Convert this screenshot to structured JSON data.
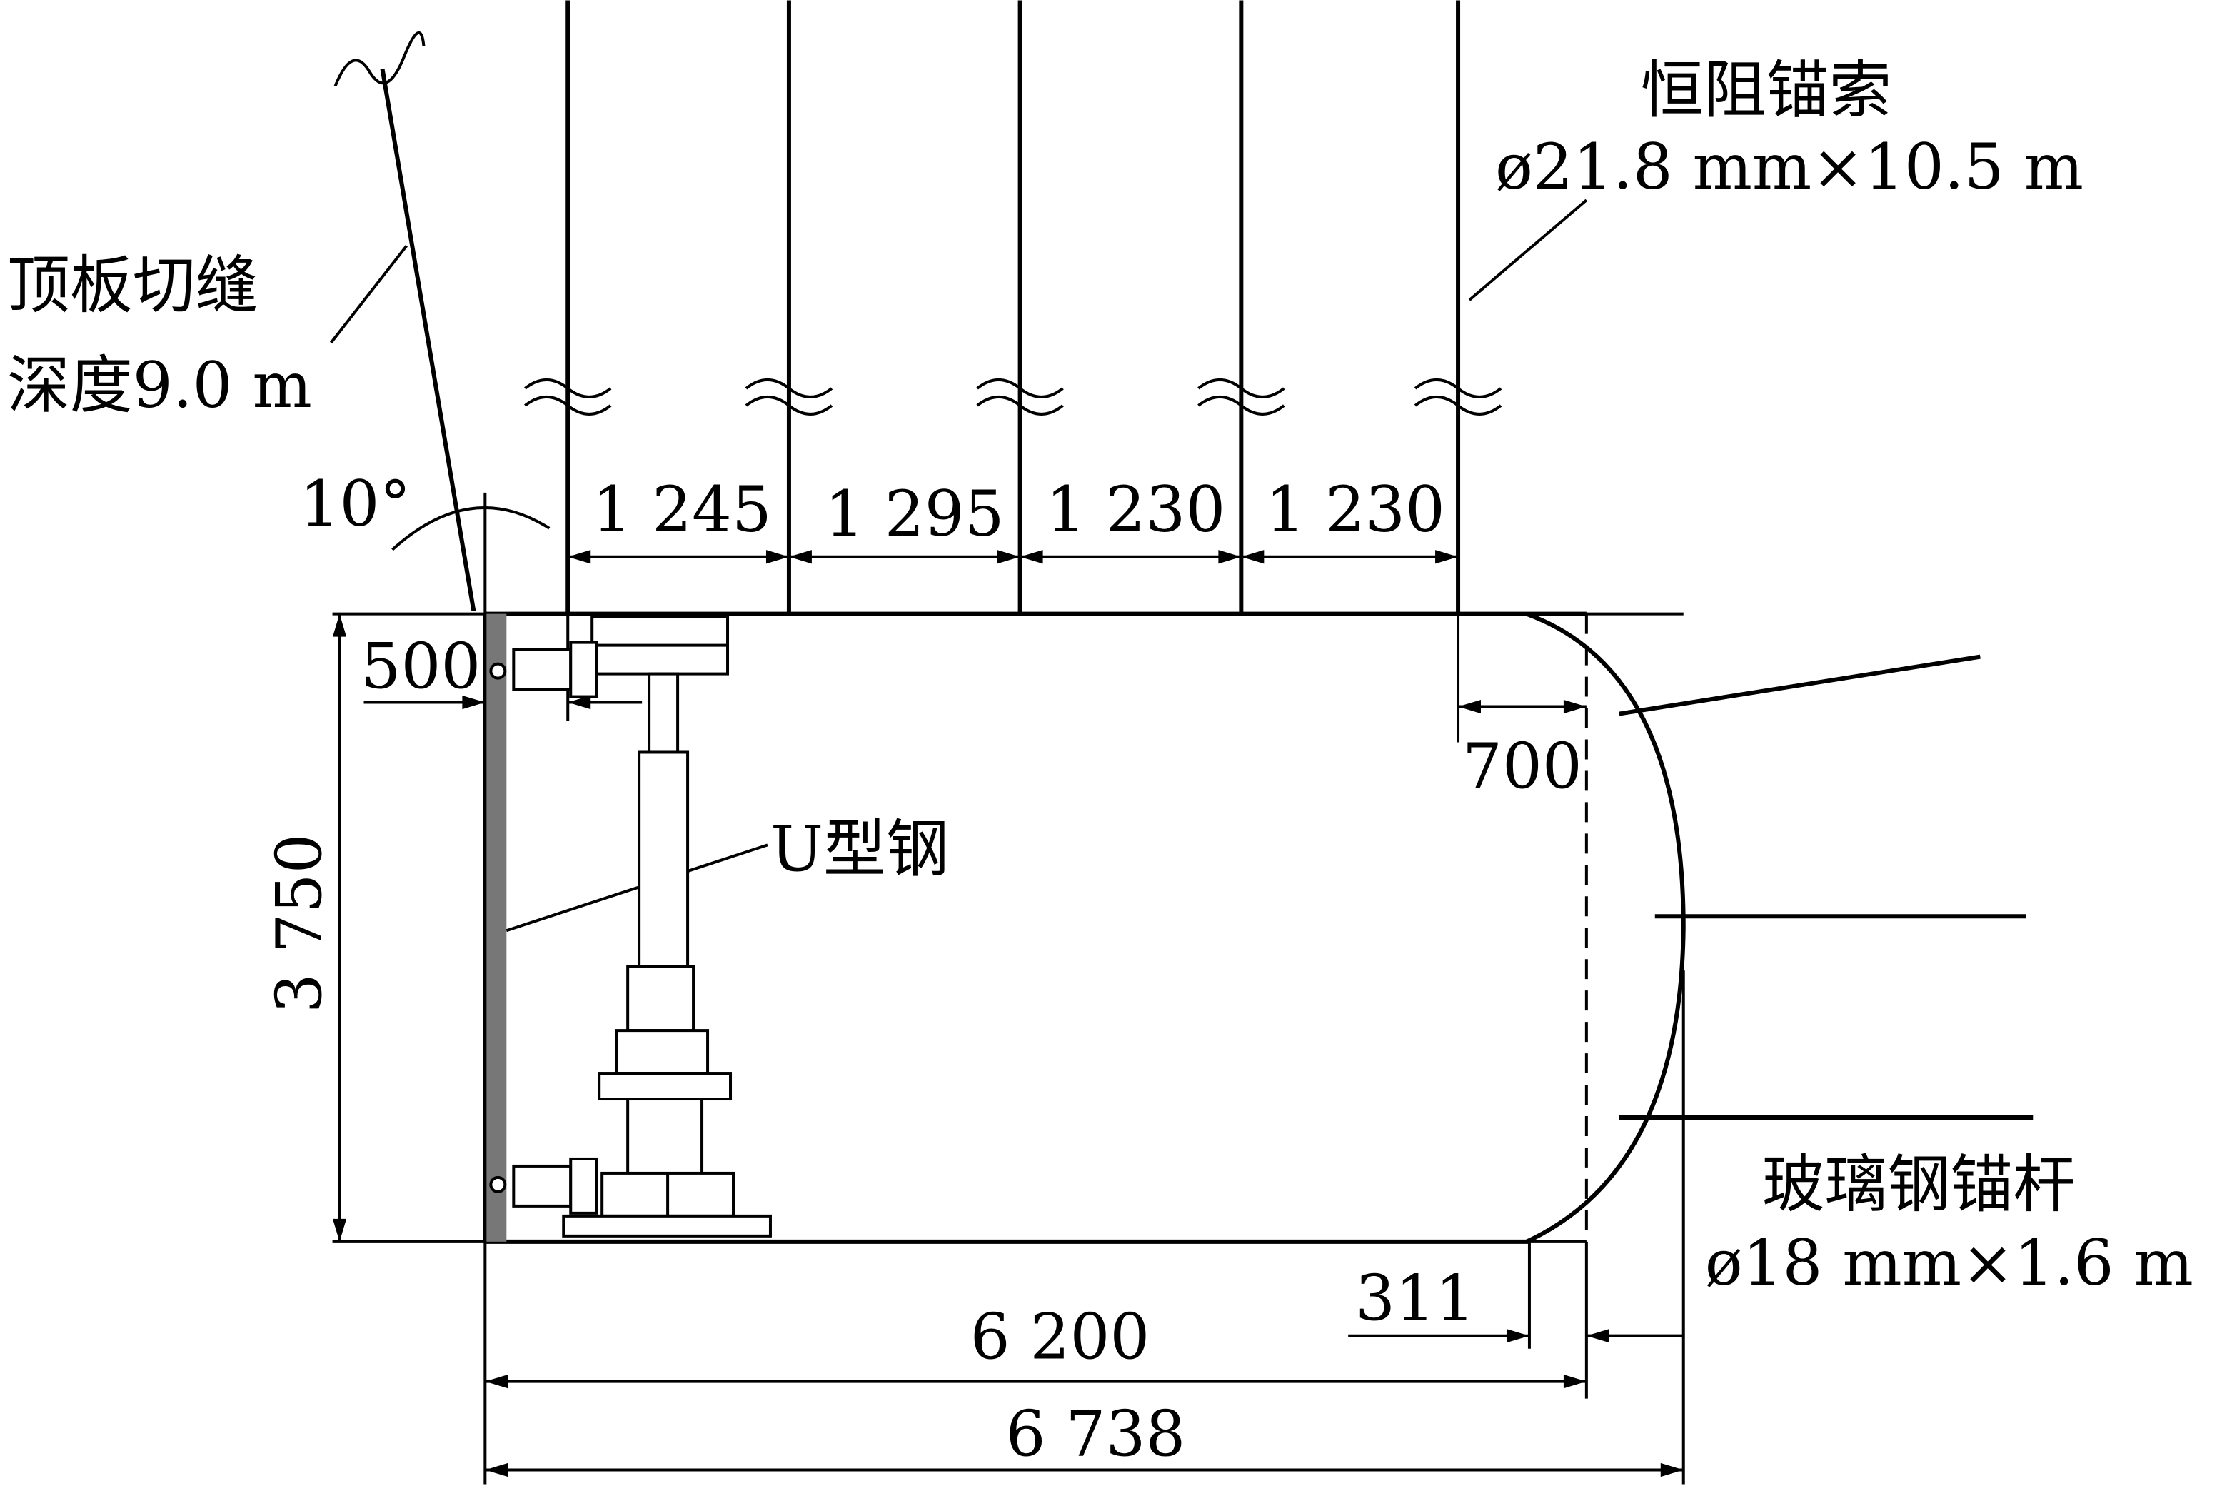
{
  "labels": {
    "roof_cut_line1": "顶板切缝",
    "roof_cut_line2": "深度9.0 m",
    "angle": "10°",
    "cable_title": "恒阻锚索",
    "cable_spec": "ø21.8 mm×10.5 m",
    "u_steel": "U型钢",
    "bolt_title": "玻璃钢锚杆",
    "bolt_spec": "ø18 mm×1.6 m"
  },
  "dimensions": {
    "spacing": [
      "1 245",
      "1 295",
      "1 230",
      "1 230"
    ],
    "d500": "500",
    "d700": "700",
    "height": "3 750",
    "d311": "311",
    "width_6200": "6 200",
    "width_6738": "6 738"
  }
}
